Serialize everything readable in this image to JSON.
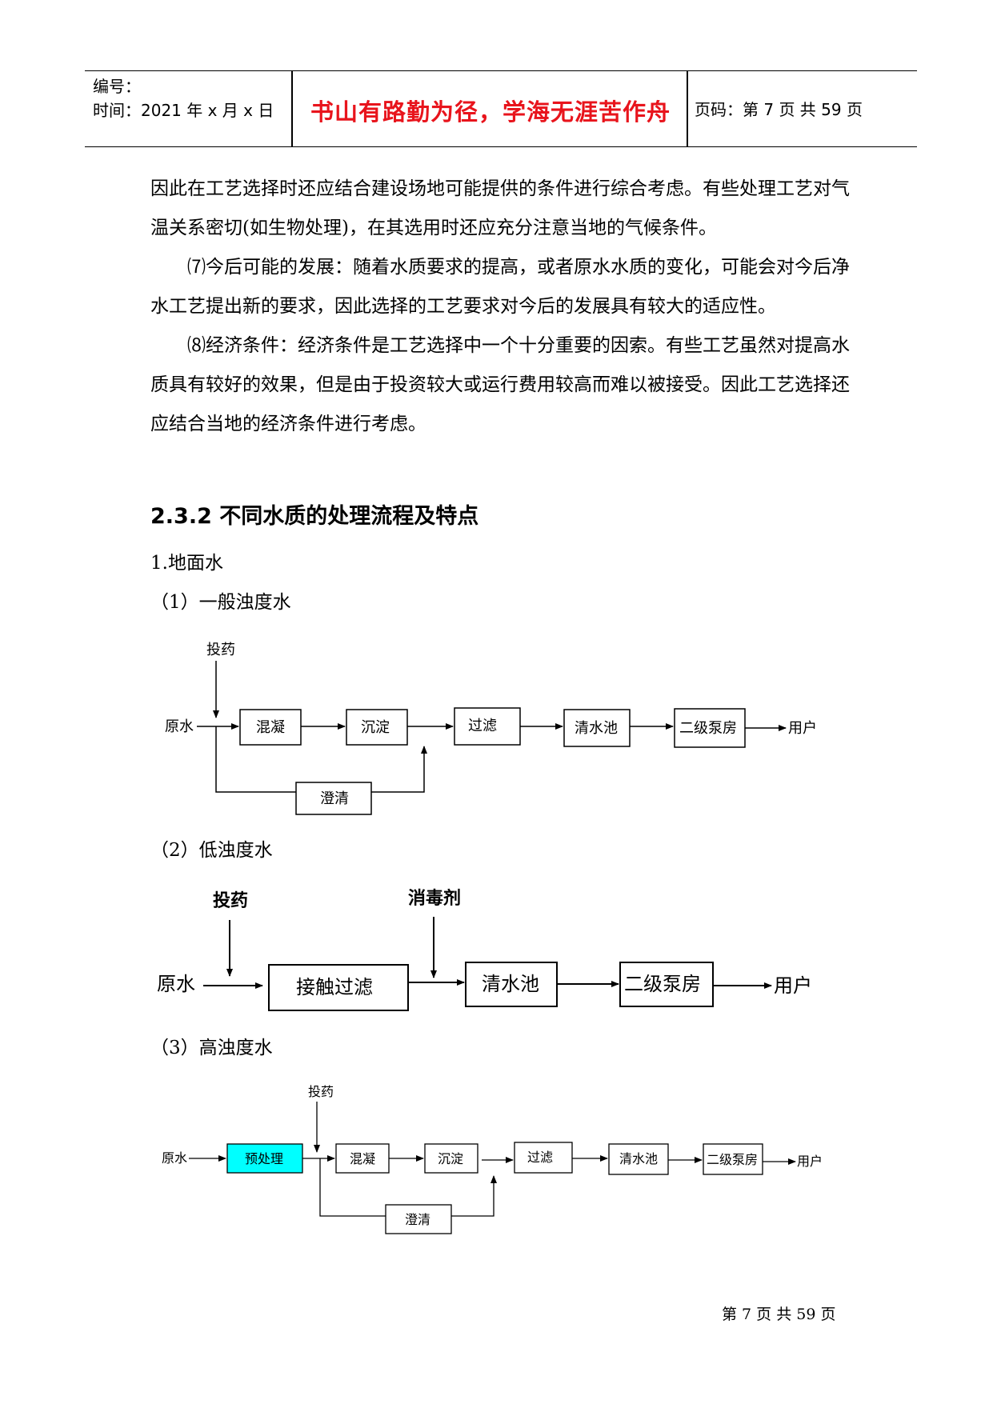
{
  "header": {
    "number_label": "编号：",
    "time_label": "时间：2021 年 x 月 x 日",
    "motto": "书山有路勤为径，学海无涯苦作舟",
    "page_label": "页码：第 7 页  共 59 页"
  },
  "paragraphs": [
    "因此在工艺选择时还应结合建设场地可能提供的条件进行综合考虑。有些处理工艺对气温关系密切(如生物处理)，在其选用时还应充分注意当地的气候条件。",
    "⑺今后可能的发展：随着水质要求的提高，或者原水水质的变化，可能会对今后净水工艺提出新的要求，因此选择的工艺要求对今后的发展具有较大的适应性。",
    "⑻经济条件：经济条件是工艺选择中一个十分重要的因索。有些工艺虽然对提高水质具有较好的效果，但是由于投资较大或运行费用较高而难以被接受。因此工艺选择还应结合当地的经济条件进行考虑。"
  ],
  "section_title": "2.3.2 不同水质的处理流程及特点",
  "subsection": "1.地面水",
  "diagrams": {
    "d1": {
      "caption": "（1）一般浊度水",
      "dosing": "投药",
      "raw": "原水",
      "mix": "混凝",
      "settle": "沉淀",
      "filter": "过滤",
      "clear": "清水池",
      "pump": "二级泵房",
      "user": "用户",
      "clarify": "澄清"
    },
    "d2": {
      "caption": "（2）低浊度水",
      "dosing": "投药",
      "disinfect": "消毒剂",
      "raw": "原水",
      "contact": "接触过滤",
      "clear": "清水池",
      "pump": "二级泵房",
      "user": "用户"
    },
    "d3": {
      "caption": "（3）高浊度水",
      "dosing": "投药",
      "raw": "原水",
      "pre": "预处理",
      "mix": "混凝",
      "settle": "沉淀",
      "filter": "过滤",
      "clear": "清水池",
      "pump": "二级泵房",
      "user": "用户",
      "clarify": "澄清"
    }
  },
  "colors": {
    "motto": "#e8141c",
    "pretreat_fill": "#00ffff"
  },
  "footer": "第 7 页 共 59 页"
}
